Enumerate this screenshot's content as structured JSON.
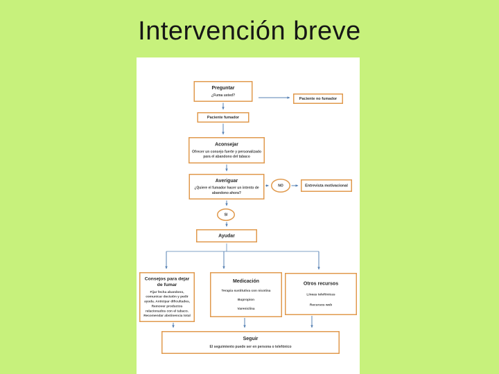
{
  "slide": {
    "title": "Intervención breve",
    "colors": {
      "background_green": "#c7f17c",
      "box_border_orange": "#e0994c",
      "arrow_blue": "#5580b3",
      "panel_white": "#ffffff"
    }
  },
  "flowchart": {
    "preguntar": {
      "title": "Preguntar",
      "question": "¿Fuma usted?"
    },
    "paciente_no_fumador": "Paciente no fumador",
    "paciente_fumador": "Paciente  fumador",
    "aconsejar": {
      "title": "Aconsejar",
      "detail": "Ofrecer un consejo fuerte y personalizado para el abandono del tabaco"
    },
    "averiguar": {
      "title": "Averiguar",
      "detail": "¿Quiere el fumador hacer un intento de abandono ahora?"
    },
    "decision_no": "NO",
    "decision_si": "SI",
    "entrevista_motivacional": "Entrevista motivacional",
    "ayudar": "Ayudar",
    "consejos": {
      "title": "Consejos para dejar de fumar",
      "detail": "Fijar fecha abandono, comunicar decisión y pedir ayuda. Anticipar dificultades, Remover productos relacionados con el tabaco. Recomendar abstinencia total"
    },
    "medicacion": {
      "title": "Medicación",
      "items": [
        "Terapia sustitutiva con nicotina",
        "Bupropion",
        "Vareniclina"
      ]
    },
    "otros_recursos": {
      "title": "Otros recursos",
      "items": [
        "Líneas telefónicas",
        "Recursos web"
      ]
    },
    "seguir": {
      "title": "Seguir",
      "detail": "El seguimiento puede ser en persona o telefónico"
    }
  }
}
